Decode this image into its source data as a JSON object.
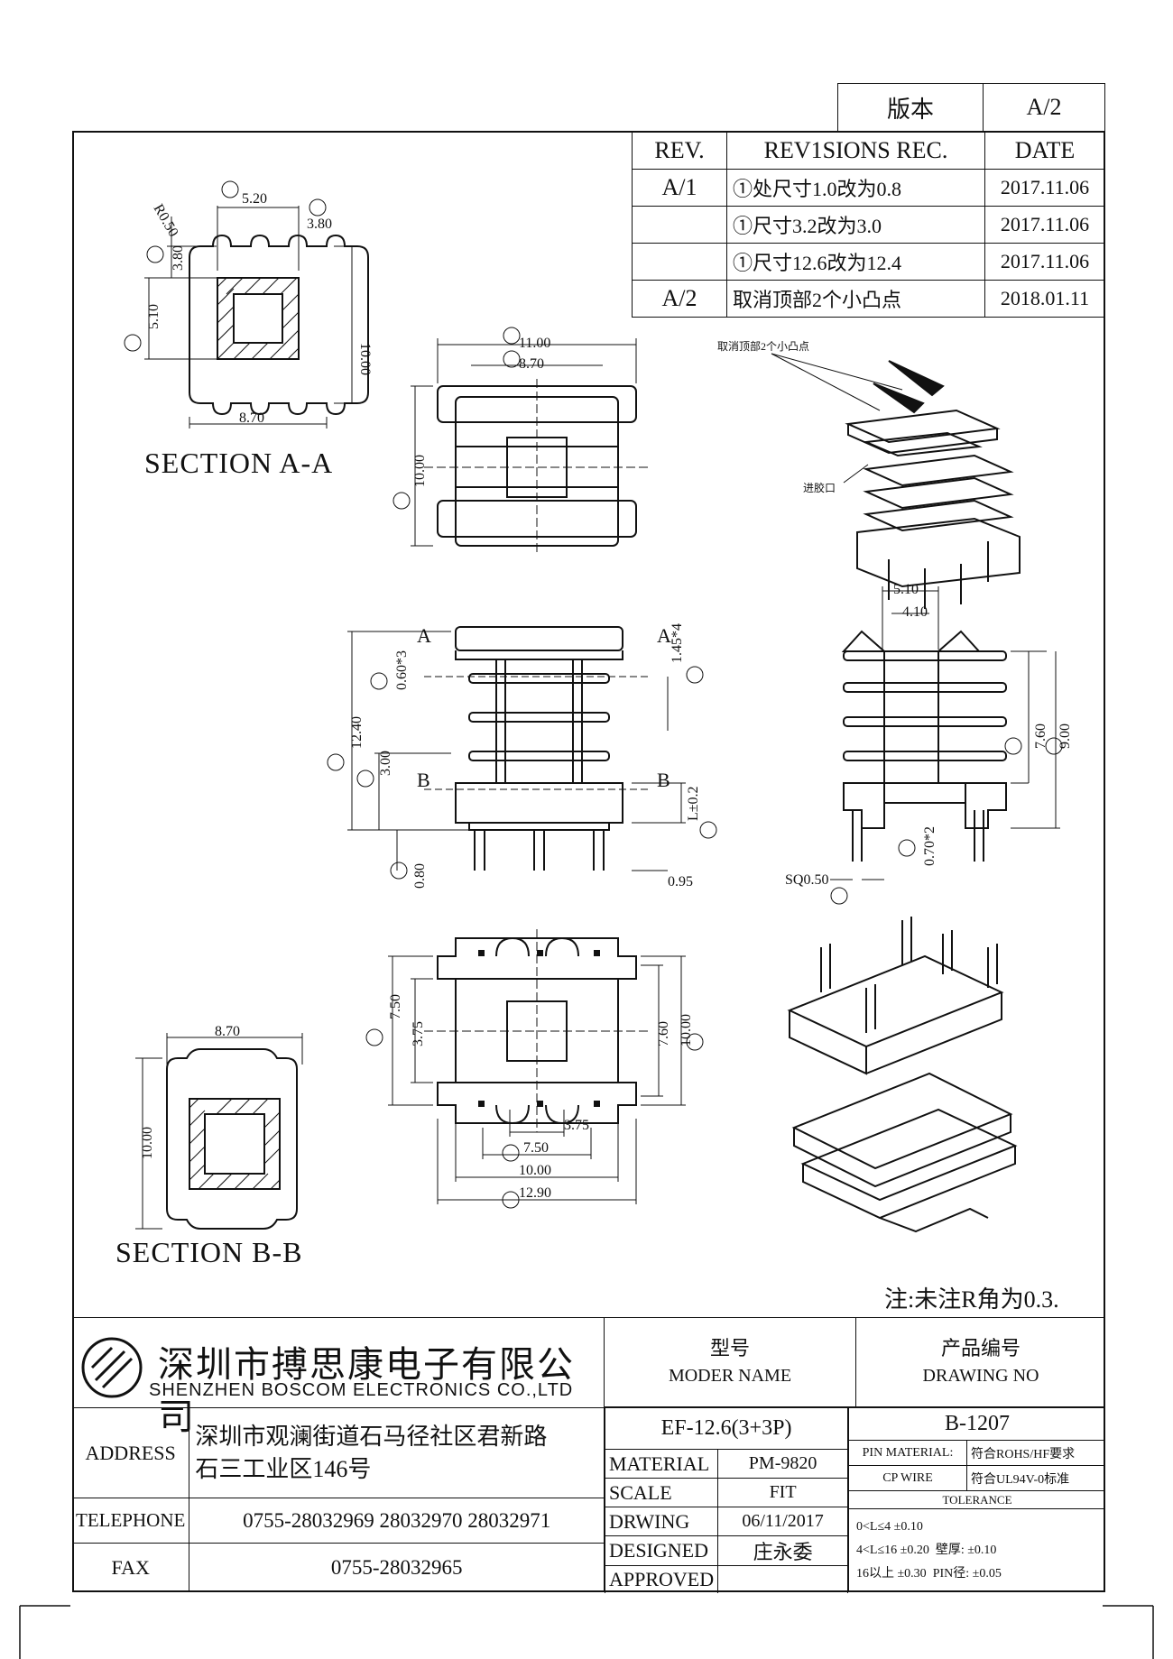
{
  "version_box": {
    "label": "版本",
    "value": "A/2"
  },
  "revision_table": {
    "headers": [
      "REV.",
      "REV1SIONS REC.",
      "DATE"
    ],
    "rows": [
      {
        "rev": "A/1",
        "rec": "①处尺寸1.0改为0.8",
        "date": "2017.11.06"
      },
      {
        "rev": "",
        "rec": "①尺寸3.2改为3.0",
        "date": "2017.11.06"
      },
      {
        "rev": "",
        "rec": "①尺寸12.6改为12.4",
        "date": "2017.11.06"
      },
      {
        "rev": "A/2",
        "rec": "取消顶部2个小凸点",
        "date": "2018.01.11"
      }
    ]
  },
  "section_labels": {
    "aa": "SECTION A-A",
    "bb": "SECTION B-B"
  },
  "callouts": {
    "remove_bumps": "取消顶部2个小凸点",
    "gate": "进胶口"
  },
  "dims": {
    "sec_aa": {
      "a": "5.20",
      "b": "3.80",
      "r": "R0.50",
      "c": "3.80",
      "d": "5.10",
      "h": "10.00",
      "w": "8.70"
    },
    "top_view": {
      "e": "11.00",
      "f": "8.70",
      "g": "10.00"
    },
    "front_view": {
      "h": "0.60*3",
      "k": "1.45*4",
      "i": "12.40",
      "j": "3.00",
      "l": "L±0.2",
      "bottom": "0.80",
      "pin": "0.95",
      "A": "A",
      "B": "B"
    },
    "side_view": {
      "w1": "5.10",
      "w2": "4.10",
      "l": "7.60",
      "m": "9.00",
      "n": "0.70*2",
      "sq": "SQ0.50"
    },
    "bottom_view": {
      "p": "7.50",
      "p2": "3.75",
      "q": "7.60",
      "q2": "10.00",
      "d1": "3.75",
      "r": "7.50",
      "d2": "10.00",
      "s": "12.90"
    },
    "sec_bb": {
      "w": "8.70",
      "h": "10.00"
    }
  },
  "note": "注:未注R角为0.3.",
  "title_block": {
    "company_cn": "深圳市搏思康电子有限公司",
    "company_en": "SHENZHEN BOSCOM ELECTRONICS CO.,LTD",
    "address_label": "ADDRESS",
    "address_line1": "深圳市观澜街道石马径社区君新路",
    "address_line2": "石三工业区146号",
    "telephone_label": "TELEPHONE",
    "telephone": "0755-28032969 28032970 28032971",
    "fax_label": "FAX",
    "fax": "0755-28032965",
    "model_cn": "型号",
    "model_en": "MODER NAME",
    "model_value": "EF-12.6(3+3P)",
    "drawing_no_cn": "产品编号",
    "drawing_no_en": "DRAWING NO",
    "drawing_no_value": "B-1207",
    "material_label": "MATERIAL",
    "material_value": "PM-9820",
    "scale_label": "SCALE",
    "scale_value": "FIT",
    "drwing_label": "DRWING",
    "drwing_value": "06/11/2017",
    "designed_label": "DESIGNED",
    "designed_value": "庄永委",
    "approved_label": "APPROVED",
    "pin_material_label": "PIN MATERIAL:",
    "pin_material_value": "符合ROHS/HF要求",
    "cp_wire_label": "CP WIRE",
    "cp_wire_value": "符合UL94V-0标准",
    "tolerance_label": "TOLERANCE",
    "tol1": "0<L≤4  ±0.10",
    "tol2": "4<L≤16  ±0.20",
    "tol3": "16以上     ±0.30",
    "wall": "壁厚:  ±0.10",
    "pin_dia": "PIN径:  ±0.05"
  }
}
